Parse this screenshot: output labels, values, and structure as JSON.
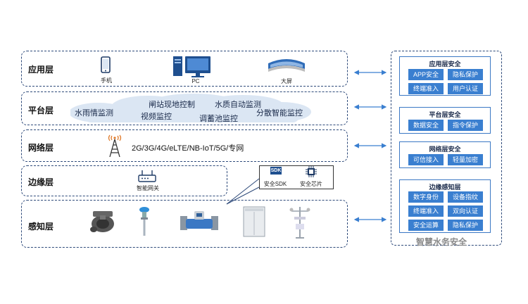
{
  "layers": {
    "app": {
      "label": "应用层",
      "devices": [
        "手机",
        "PC",
        "大屏"
      ]
    },
    "platform": {
      "label": "平台层",
      "items": [
        "闸站现地控制",
        "水质自动监测",
        "水雨情监测",
        "视频监控",
        "调蓄池监控",
        "分散智能监控"
      ]
    },
    "network": {
      "label": "网络层",
      "protocols": "2G/3G/4G/eLTE/NB-IoT/5G/专网"
    },
    "edge": {
      "label": "边缘层",
      "gateway": "智能网关",
      "sdk_badge": "SDK",
      "sdk": "安全SDK",
      "chip": "安全芯片"
    },
    "perception": {
      "label": "感知层"
    }
  },
  "security": {
    "title": "智慧水务安全",
    "groups": [
      {
        "title": "应用层安全",
        "items": [
          "APP安全",
          "隐私保护",
          "终端准入",
          "用户认证"
        ]
      },
      {
        "title": "平台层安全",
        "items": [
          "数据安全",
          "指令保护"
        ]
      },
      {
        "title": "网络层安全",
        "items": [
          "可信接入",
          "轻量加密"
        ]
      },
      {
        "title": "边缘感知层",
        "items": [
          "数字身份",
          "设备指纹",
          "终端准入",
          "双向认证",
          "安全运算",
          "隐私保护"
        ]
      }
    ]
  },
  "colors": {
    "border": "#2e4a7a",
    "chip": "#3a7fd0",
    "cloud": "#dbe6f3",
    "arrow": "#3a7fd0"
  }
}
